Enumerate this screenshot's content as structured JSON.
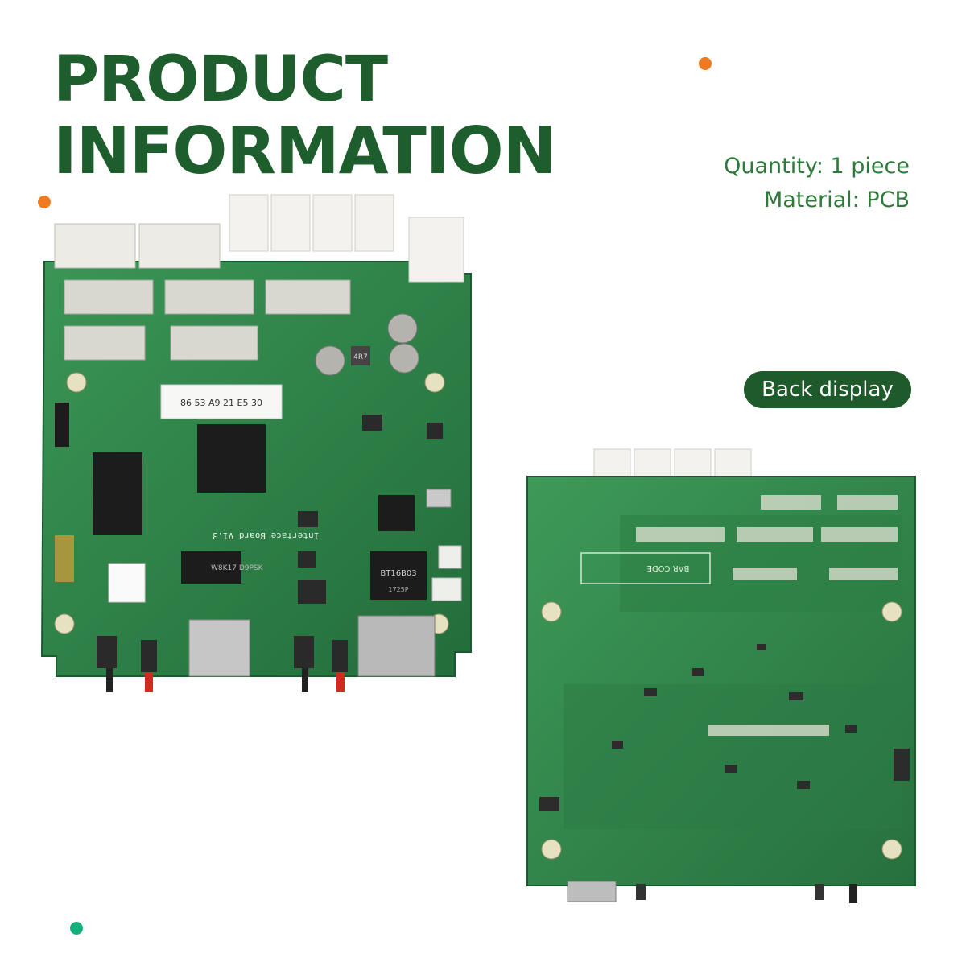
{
  "header": {
    "title_line1": "PRODUCT",
    "title_line2": "INFORMATION"
  },
  "specs": {
    "quantity": "Quantity: 1 piece",
    "material": "Material: PCB"
  },
  "badge": {
    "label": "Back display"
  },
  "front_board": {
    "silkscreen": "Interface Board V1.3",
    "label_sticker": "86 53 A9 21 E5 30",
    "chip_1": "BT16B03",
    "chip_2": "W8K17 D9PSK",
    "inductor": "4R7",
    "transformer": "1725P"
  },
  "back_board": {
    "barcode_area": "BAR CODE"
  },
  "colors": {
    "title_green": "#1e5e2c",
    "text_green": "#2d7a3a",
    "badge_bg": "#1f5a2a",
    "orange_dot": "#ee7a22",
    "teal_dot": "#12b07a",
    "pcb_green": "#2f8a4a"
  },
  "icons": [
    "orange-dot-icon",
    "teal-dot-icon"
  ]
}
